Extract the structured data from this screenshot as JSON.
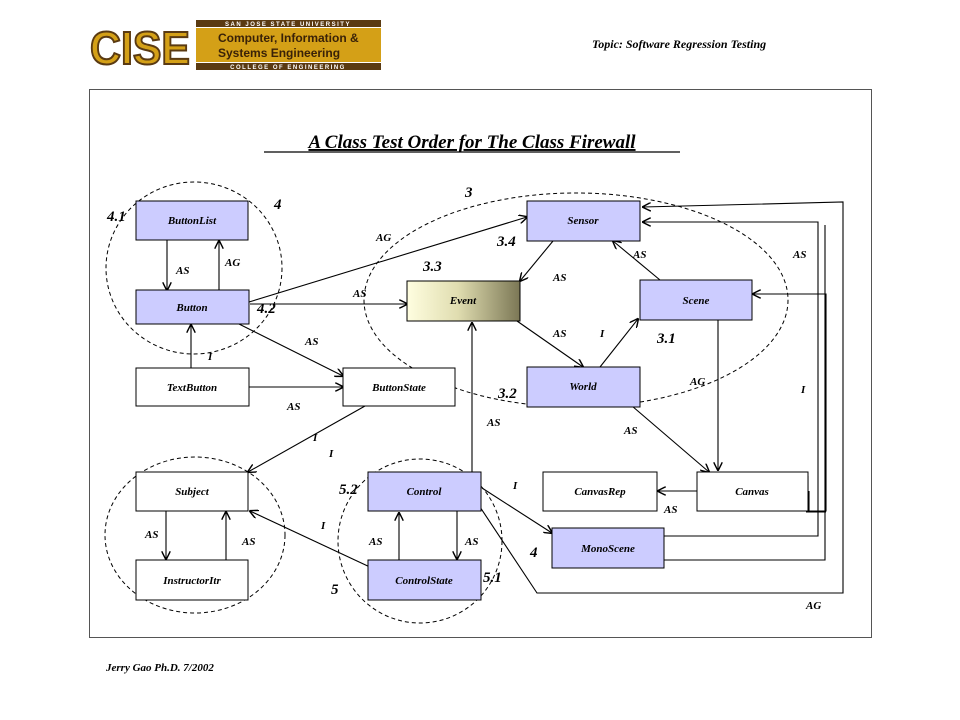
{
  "header": {
    "logo": {
      "acronym": "CISE",
      "university": "SAN JOSE STATE UNIVERSITY",
      "dept_line1": "Computer, Information &",
      "dept_line2": "Systems Engineering",
      "college": "COLLEGE OF ENGINEERING"
    },
    "topic": "Topic: Software Regression Testing"
  },
  "diagram": {
    "title": "A Class Test Order for The Class Firewall",
    "classes": {
      "buttonlist": "ButtonList",
      "button": "Button",
      "textbutton": "TextButton",
      "buttonstate": "ButtonState",
      "sensor": "Sensor",
      "event": "Event",
      "scene": "Scene",
      "world": "World",
      "subject": "Subject",
      "instructoritr": "InstructorItr",
      "control": "Control",
      "controlstate": "ControlState",
      "canvasrep": "CanvasRep",
      "canvas": "Canvas",
      "monoscene": "MonoScene"
    },
    "relation_types": {
      "AS": "AS",
      "AG": "AG",
      "I": "I"
    },
    "order_numbers": [
      "4",
      "4.1",
      "4.2",
      "3",
      "3.1",
      "3.2",
      "3.3",
      "3.4",
      "4",
      "5",
      "5.1",
      "5.2"
    ]
  },
  "footer": "Jerry Gao Ph.D.  7/2002",
  "colors": {
    "class_box": "#ccccff",
    "event_gradient_start": "#fffee0",
    "event_gradient_end": "#7b7755",
    "logo_gold": "#d4a017",
    "logo_brown": "#5a3a12"
  }
}
